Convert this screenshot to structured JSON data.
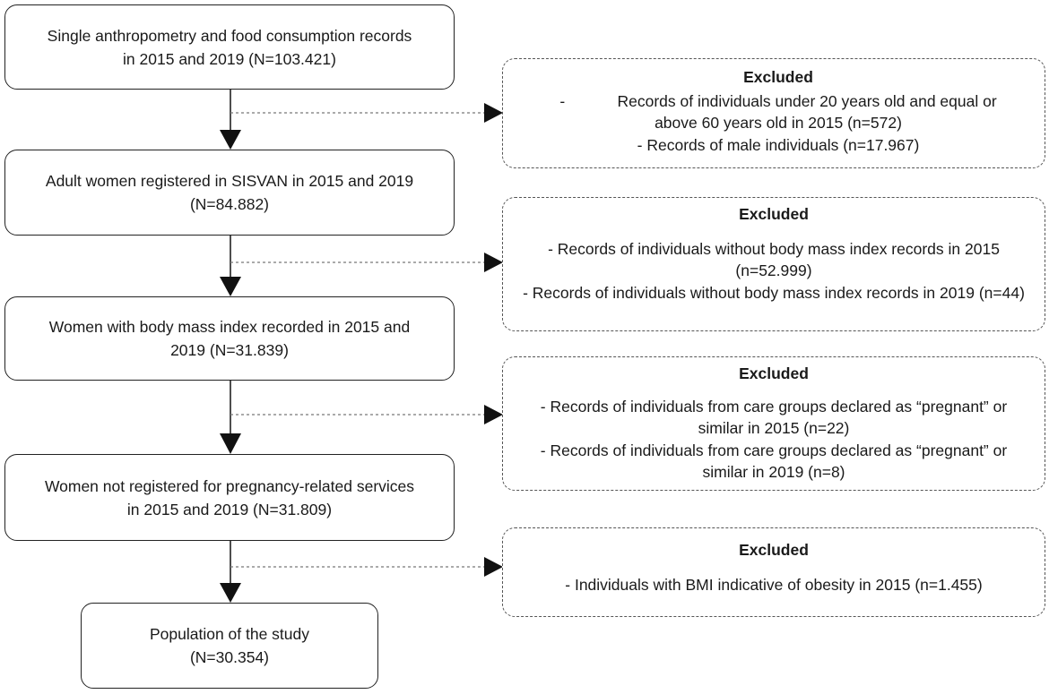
{
  "main_boxes": [
    {
      "line1": "Single anthropometry and food consumption records",
      "line2": "in 2015 and 2019 (N=103.421)"
    },
    {
      "line1": "Adult women registered in SISVAN in 2015 and 2019",
      "line2": "(N=84.882)"
    },
    {
      "line1": "Women with body mass index recorded in 2015 and",
      "line2": "2019 (N=31.839)"
    },
    {
      "line1": "Women not registered for pregnancy-related services",
      "line2": "in 2015 and 2019 (N=31.809)"
    },
    {
      "line1": "Population of the study",
      "line2": "(N=30.354)"
    }
  ],
  "excluded": [
    {
      "title": "Excluded",
      "items": [
        "-            Records of individuals under 20 years old and equal or above 60 years old in 2015 (n=572)",
        "- Records of male individuals (n=17.967)"
      ]
    },
    {
      "title": "Excluded",
      "items": [
        "- Records of individuals without body mass index records in 2015 (n=52.999)",
        "- Records of individuals without body mass index records in 2019 (n=44)"
      ]
    },
    {
      "title": "Excluded",
      "items": [
        "- Records of individuals from care groups declared as “pregnant” or similar in 2015 (n=22)",
        "- Records of individuals from care groups declared as “pregnant” or similar in 2019 (n=8)"
      ]
    },
    {
      "title": "Excluded",
      "items": [
        "- Individuals with BMI indicative of obesity in 2015 (n=1.455)"
      ]
    }
  ]
}
